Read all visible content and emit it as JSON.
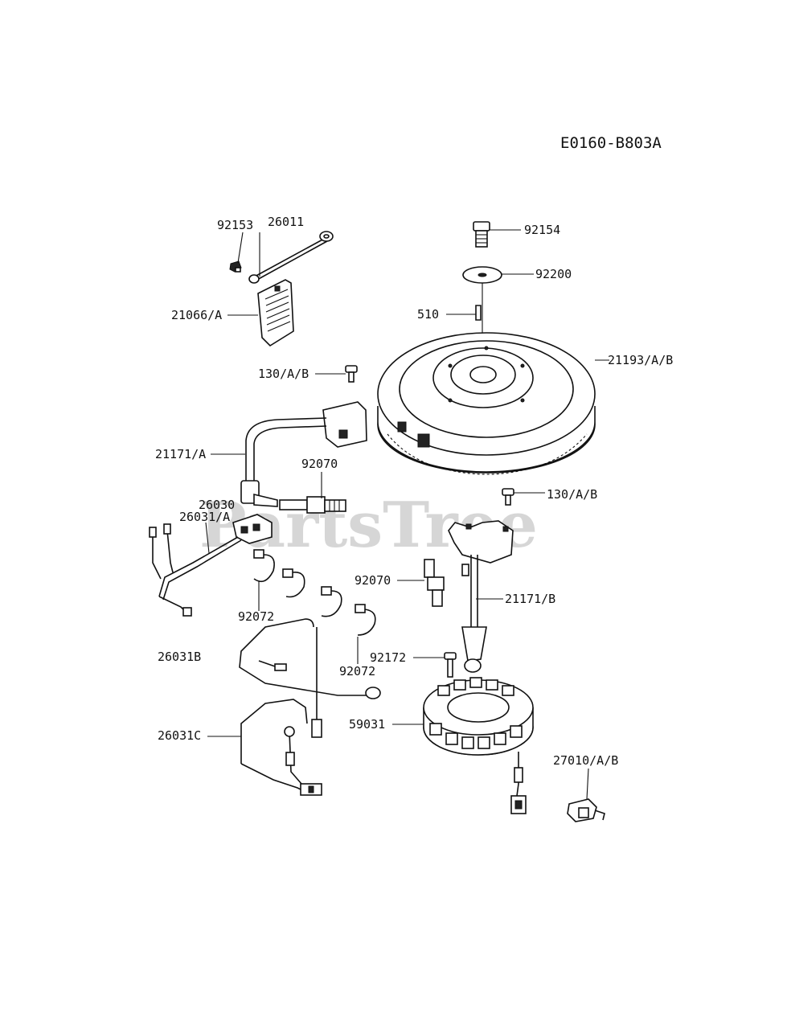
{
  "diagram_code": "E0160-B803A",
  "watermark": "PartsTree",
  "labels": {
    "l_92153": "92153",
    "l_26011": "26011",
    "l_21066": "21066/A",
    "l_92154": "92154",
    "l_92200": "92200",
    "l_510": "510",
    "l_21193": "21193/A/B",
    "l_130a": "130/A/B",
    "l_130b": "130/A/B",
    "l_21171a": "21171/A",
    "l_92070a": "92070",
    "l_26030": "26030",
    "l_26031a": "26031/A",
    "l_92070b": "92070",
    "l_21171b": "21171/B",
    "l_92072a": "92072",
    "l_92072b": "92072",
    "l_26031b": "26031B",
    "l_92172": "92172",
    "l_59031": "59031",
    "l_26031c": "26031C",
    "l_27010": "27010/A/B"
  }
}
